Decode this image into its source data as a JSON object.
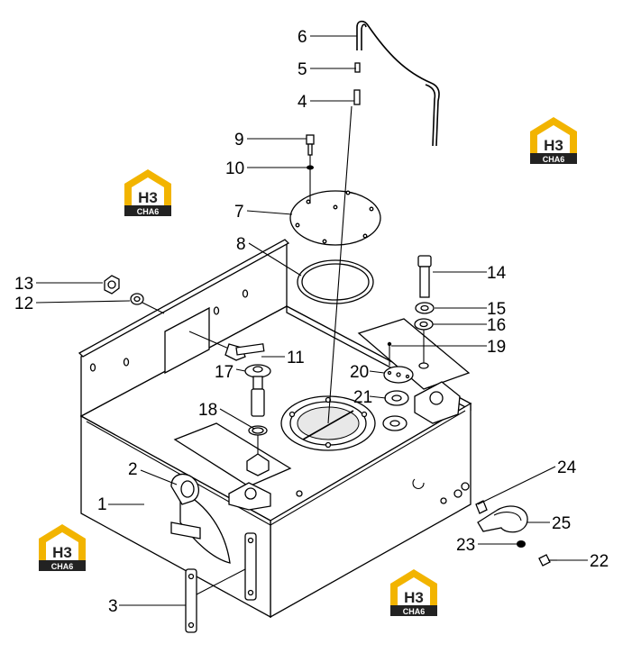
{
  "callouts": [
    {
      "id": "1",
      "label": "1"
    },
    {
      "id": "2",
      "label": "2"
    },
    {
      "id": "3",
      "label": "3"
    },
    {
      "id": "4",
      "label": "4"
    },
    {
      "id": "5",
      "label": "5"
    },
    {
      "id": "6",
      "label": "6"
    },
    {
      "id": "7",
      "label": "7"
    },
    {
      "id": "8",
      "label": "8"
    },
    {
      "id": "9",
      "label": "9"
    },
    {
      "id": "10",
      "label": "10"
    },
    {
      "id": "11",
      "label": "11"
    },
    {
      "id": "12",
      "label": "12"
    },
    {
      "id": "13",
      "label": "13"
    },
    {
      "id": "14",
      "label": "14"
    },
    {
      "id": "15",
      "label": "15"
    },
    {
      "id": "16",
      "label": "16"
    },
    {
      "id": "17",
      "label": "17"
    },
    {
      "id": "18",
      "label": "18"
    },
    {
      "id": "19",
      "label": "19"
    },
    {
      "id": "20",
      "label": "20"
    },
    {
      "id": "21",
      "label": "21"
    },
    {
      "id": "22",
      "label": "22"
    },
    {
      "id": "23",
      "label": "23"
    },
    {
      "id": "24",
      "label": "24"
    },
    {
      "id": "25",
      "label": "25"
    }
  ],
  "watermark": {
    "letters": "H3",
    "word": "CHA6",
    "accent_color": "#f2b400",
    "dark_color": "#222222"
  }
}
